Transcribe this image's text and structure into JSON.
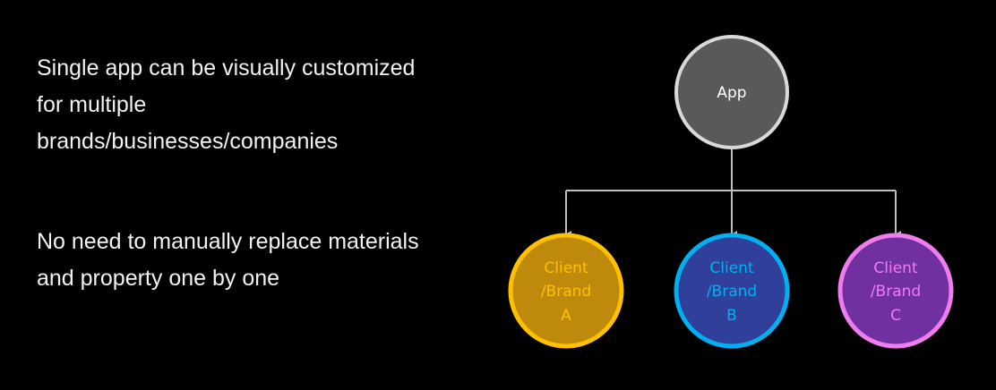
{
  "bullets": [
    "Single app can be visually customized for multiple brands/businesses/companies",
    "No need to manually replace materials and property one by one"
  ],
  "diagram": {
    "root": {
      "label": "App",
      "fill": "#595959",
      "stroke": "#d9d9d9",
      "text_color": "#ffffff"
    },
    "children": [
      {
        "line1": "Client",
        "line2": "/Brand",
        "line3": "A",
        "fill": "#bf8a0c",
        "stroke": "#ffc000",
        "text_color": "#ffc000"
      },
      {
        "line1": "Client",
        "line2": "/Brand",
        "line3": "B",
        "fill": "#2f3f9a",
        "stroke": "#00b0f0",
        "text_color": "#00b0f0"
      },
      {
        "line1": "Client",
        "line2": "/Brand",
        "line3": "C",
        "fill": "#7030a0",
        "stroke": "#f07cf0",
        "text_color": "#f07cf0"
      }
    ],
    "connector_color": "#bfbfbf"
  }
}
